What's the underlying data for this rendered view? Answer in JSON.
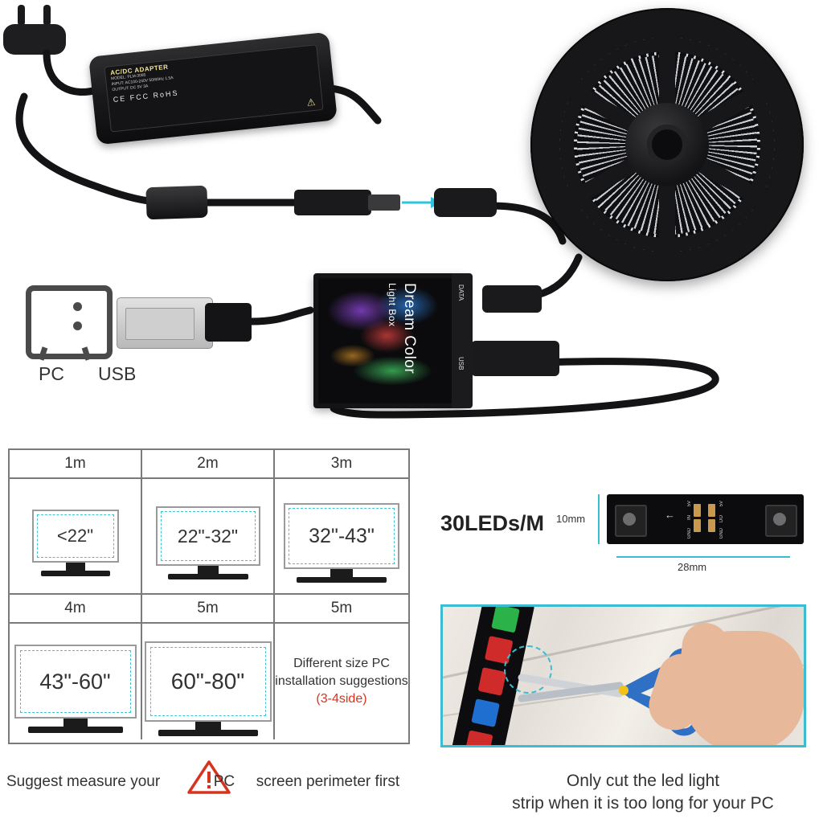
{
  "diagram": {
    "adapter": {
      "title": "AC/DC ADAPTER",
      "model": "MODEL: PLM-3095",
      "input": "INPUT: AC100-240V 50/60Hz 1.5A",
      "output": "OUTPUT: DC 5V 3A",
      "certs": "CE FCC RoHS",
      "warning_symbol": "⚠"
    },
    "labels": {
      "pc": "PC",
      "usb": "USB",
      "controller_line1": "Light Box",
      "controller_line2": "Dream Color",
      "port_data": "DATA",
      "port_usb": "USB"
    }
  },
  "size_table": {
    "rows": [
      {
        "headers": [
          "1m",
          "2m",
          "3m"
        ],
        "cells": [
          {
            "type": "monitor",
            "text": "<22\"",
            "w": 108,
            "h": 66
          },
          {
            "type": "monitor",
            "text": "22\"-32\"",
            "w": 128,
            "h": 74
          },
          {
            "type": "monitor",
            "text": "32\"-43\"",
            "w": 144,
            "h": 82
          }
        ]
      },
      {
        "headers": [
          "4m",
          "5m",
          "5m"
        ],
        "cells": [
          {
            "type": "monitor",
            "text": "43\"-60\"",
            "w": 152,
            "h": 92
          },
          {
            "type": "monitor",
            "text": "60\"-80\"",
            "w": 158,
            "h": 100
          },
          {
            "type": "note",
            "text": "Different size PC installation suggestions",
            "note_red": "(3-4side)"
          }
        ]
      }
    ]
  },
  "captions": {
    "bottom_left_part1": "Suggest measure your",
    "bottom_left_pc": "PC",
    "bottom_left_part2": "screen perimeter first",
    "bottom_right_line1": "Only cut the led light",
    "bottom_right_line2": "strip when it is too long for your PC"
  },
  "strip_spec": {
    "title": "30LEDs/M",
    "height_label": "10mm",
    "width_label": "28mm",
    "pad_labels_left": [
      "5V",
      "IN",
      "GND"
    ],
    "pad_labels_right": [
      "5V",
      "DO",
      "GND"
    ],
    "arrow": "←"
  },
  "colors": {
    "accent_cyan": "#3bbcd0",
    "note_red": "#d6341f",
    "adapter_yellow": "#f0e39a",
    "text_dark": "#333333"
  }
}
